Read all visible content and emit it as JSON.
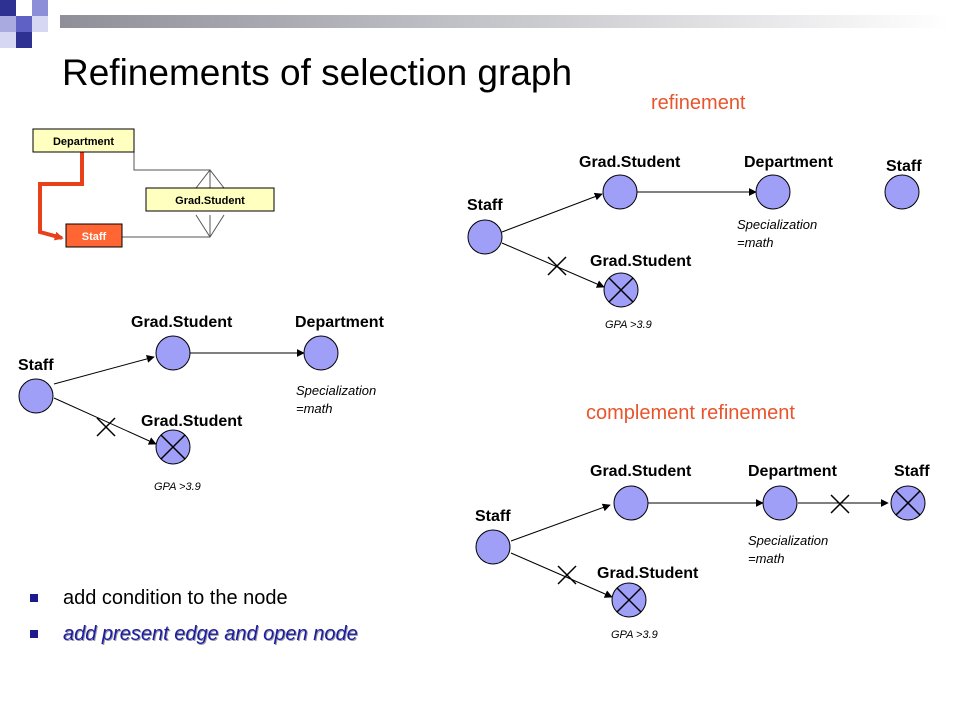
{
  "slide": {
    "title": "Refinements of selection graph",
    "bullets": [
      "add condition to the node",
      "add present edge and open node"
    ]
  },
  "colors": {
    "node_fill": "#9f9ff8",
    "accent": "#ff6633",
    "label_red": "#e8542c",
    "box_yellow": "#ffffc0",
    "bullet": "#1a1a8c"
  },
  "schema": {
    "department": "Department",
    "grad_student": "Grad.Student",
    "staff": "Staff"
  },
  "base_graph": {
    "staff": "Staff",
    "grad1": "Grad.Student",
    "dept": "Department",
    "grad2": "Grad.Student",
    "spec1": "Specialization",
    "spec2": "=math",
    "gpa": "GPA >3.9"
  },
  "refinement": {
    "heading": "refinement",
    "staff": "Staff",
    "grad1": "Grad.Student",
    "dept": "Department",
    "grad2": "Grad.Student",
    "staff2": "Staff",
    "spec1": "Specialization",
    "spec2": "=math",
    "gpa": "GPA >3.9"
  },
  "complement": {
    "heading": "complement refinement",
    "staff": "Staff",
    "grad1": "Grad.Student",
    "dept": "Department",
    "grad2": "Grad.Student",
    "staff2": "Staff",
    "spec1": "Specialization",
    "spec2": "=math",
    "gpa": "GPA >3.9"
  }
}
